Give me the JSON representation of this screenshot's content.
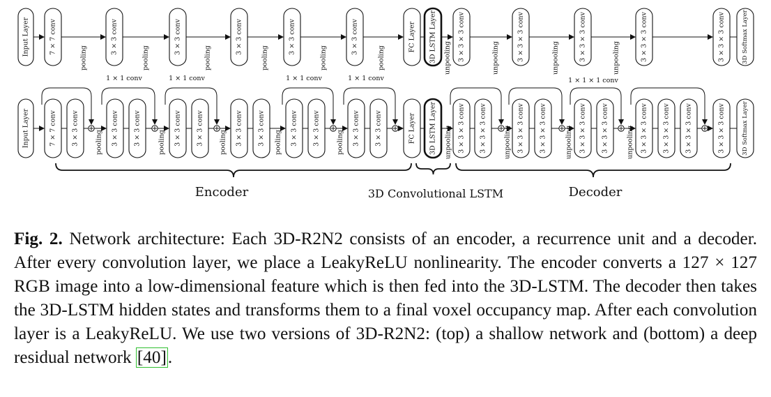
{
  "labels": {
    "input": "Input Layer",
    "conv7": "7 × 7 conv",
    "conv3": "3 × 3 conv",
    "pooling": "pooling",
    "fc": "FC Layer",
    "lstm": "3D LSTM Layer",
    "unpooling": "unpooling",
    "conv333": "3 × 3 × 3 conv",
    "softmax": "3D Softmax Layer",
    "conv1x1": "1 × 1 conv",
    "conv1x1x1": "1 × 1 × 1 conv"
  },
  "sections": {
    "encoder": "Encoder",
    "lstm": "3D Convolutional LSTM",
    "decoder": "Decoder"
  },
  "caption": {
    "figure_label": "Fig. 2.",
    "text": " Network architecture: Each 3D-R2N2 consists of an encoder, a recurrence unit and a decoder. After every convolution layer, we place a LeakyReLU nonlinearity. The encoder converts a 127 × 127 RGB image into a low-dimensional feature which is then fed into the 3D-LSTM. The decoder then takes the 3D-LSTM hidden states and transforms them to a final voxel occupancy map. After each convolution layer is a LeakyReLU. We use two versions of 3D-R2N2: (top) a shallow network and (bottom) a deep residual network ",
    "citation": "[40]",
    "end": "."
  },
  "colors": {
    "stroke": "#111111",
    "citation_box": "#2fbf2f"
  }
}
